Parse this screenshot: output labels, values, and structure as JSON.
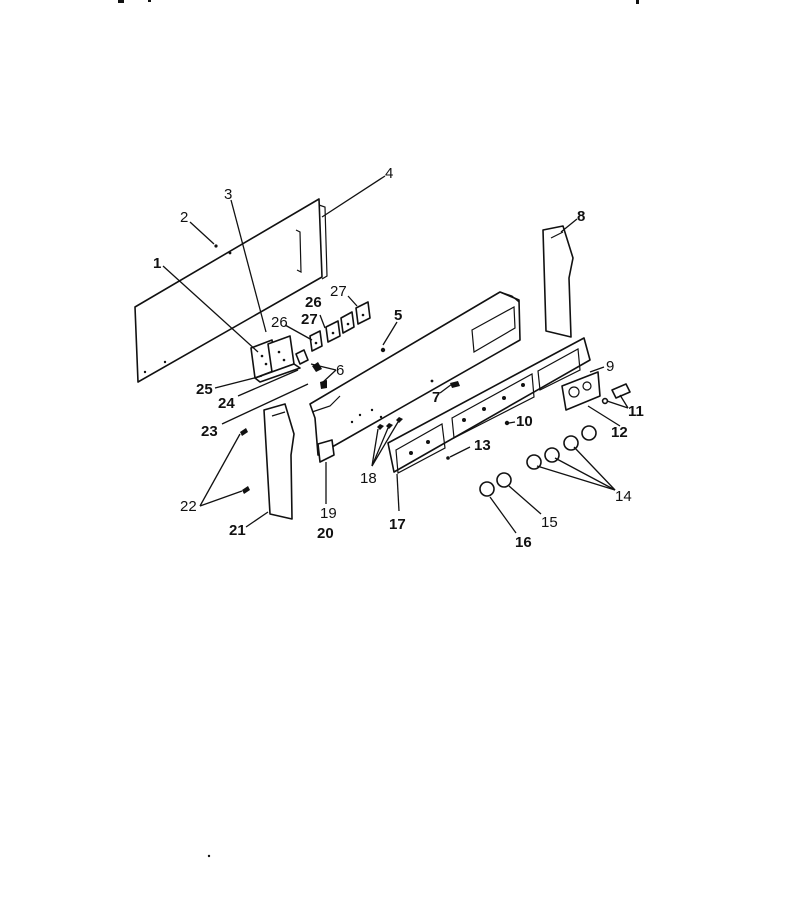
{
  "diagram": {
    "callouts": [
      "1",
      "2",
      "3",
      "4",
      "5",
      "6",
      "7",
      "8",
      "9",
      "10",
      "11",
      "12",
      "13",
      "14",
      "15",
      "16",
      "17",
      "18",
      "19",
      "20",
      "21",
      "22",
      "23",
      "24",
      "25",
      "26",
      "26",
      "27",
      "27"
    ]
  }
}
